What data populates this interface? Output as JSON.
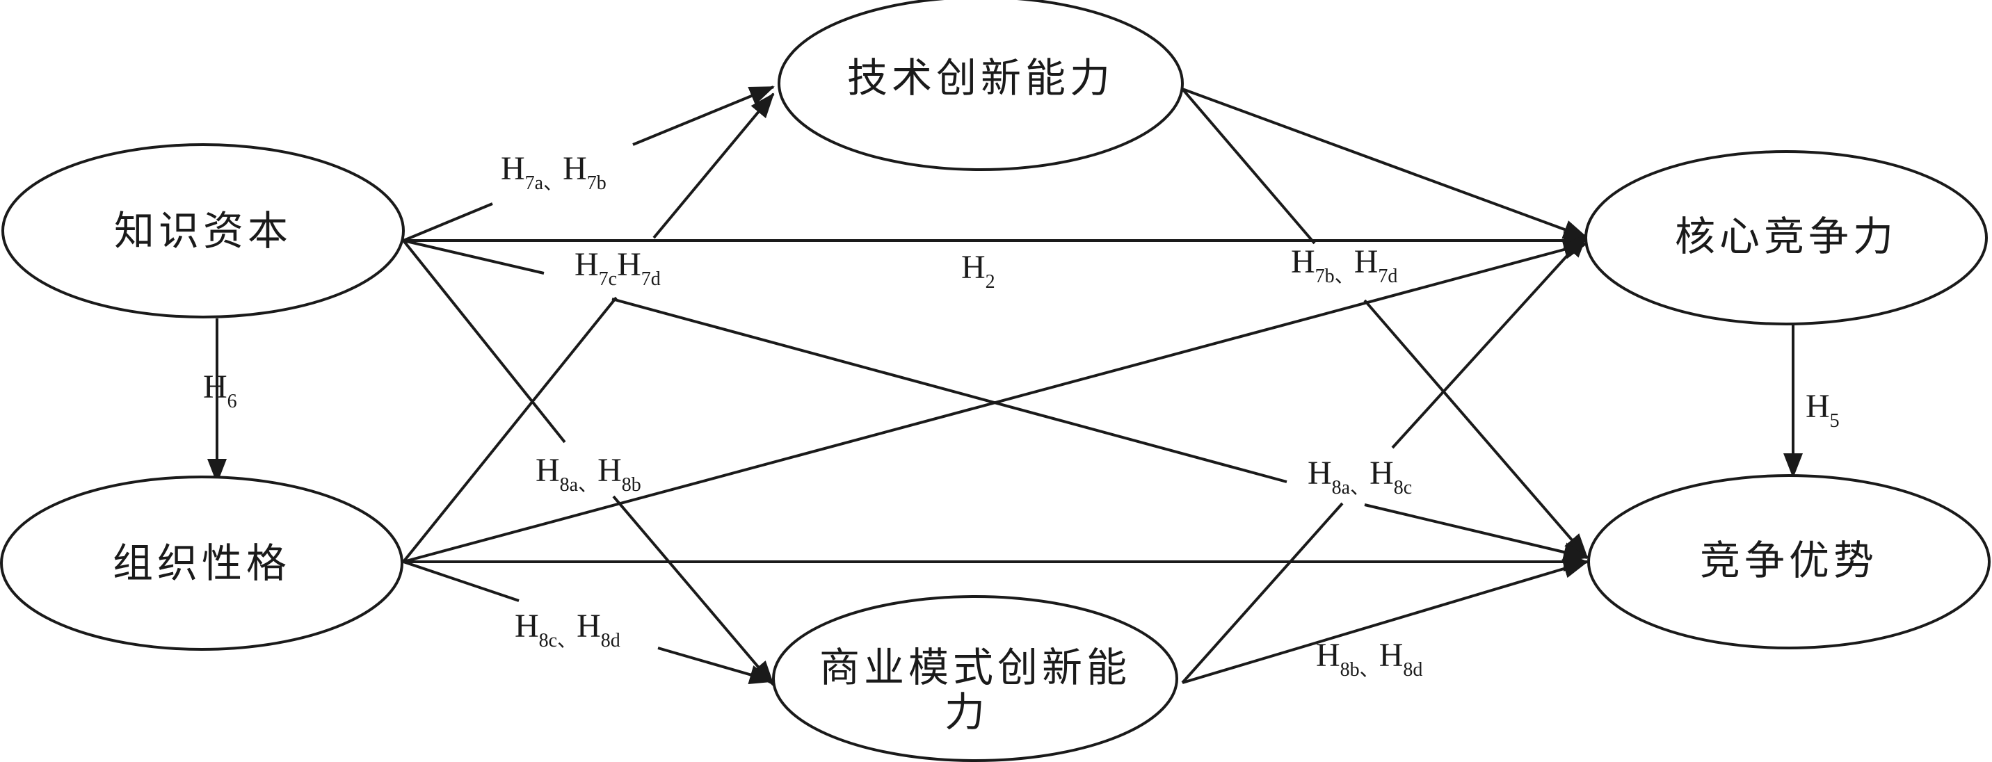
{
  "nodes": {
    "knowledge_capital": "知识资本",
    "org_character": "组织性格",
    "tech_innovation": "技术创新能力",
    "bm_innovation_line1": "商业模式创新能",
    "bm_innovation_line2": "力",
    "core_competence": "核心竞争力",
    "competitive_advantage": "竞争优势"
  },
  "labels": {
    "h7a_h7b": {
      "a_main": "H",
      "a_sub": "7a",
      "sep": "、",
      "b_main": "H",
      "b_sub": "7b"
    },
    "h7c_h7d": {
      "a_main": "H",
      "a_sub": "7c",
      "b_main": "H",
      "b_sub": "7d"
    },
    "h2": {
      "main": "H",
      "sub": "2"
    },
    "h7b_h7d": {
      "a_main": "H",
      "a_sub": "7b",
      "sep": "、",
      "b_main": "H",
      "b_sub": "7d"
    },
    "h6": {
      "main": "H",
      "sub": "6"
    },
    "h5": {
      "main": "H",
      "sub": "5"
    },
    "h8a_h8b": {
      "a_main": "H",
      "a_sub": "8a",
      "sep": "、",
      "b_main": "H",
      "b_sub": "8b"
    },
    "h8a_h8c": {
      "a_main": "H",
      "a_sub": "8a",
      "sep": "、",
      "b_main": "H",
      "b_sub": "8c"
    },
    "h8c_h8d": {
      "a_main": "H",
      "a_sub": "8c",
      "sep": "、",
      "b_main": "H",
      "b_sub": "8d"
    },
    "h8b_h8d": {
      "a_main": "H",
      "a_sub": "8b",
      "sep": "、",
      "b_main": "H",
      "b_sub": "8d"
    }
  }
}
